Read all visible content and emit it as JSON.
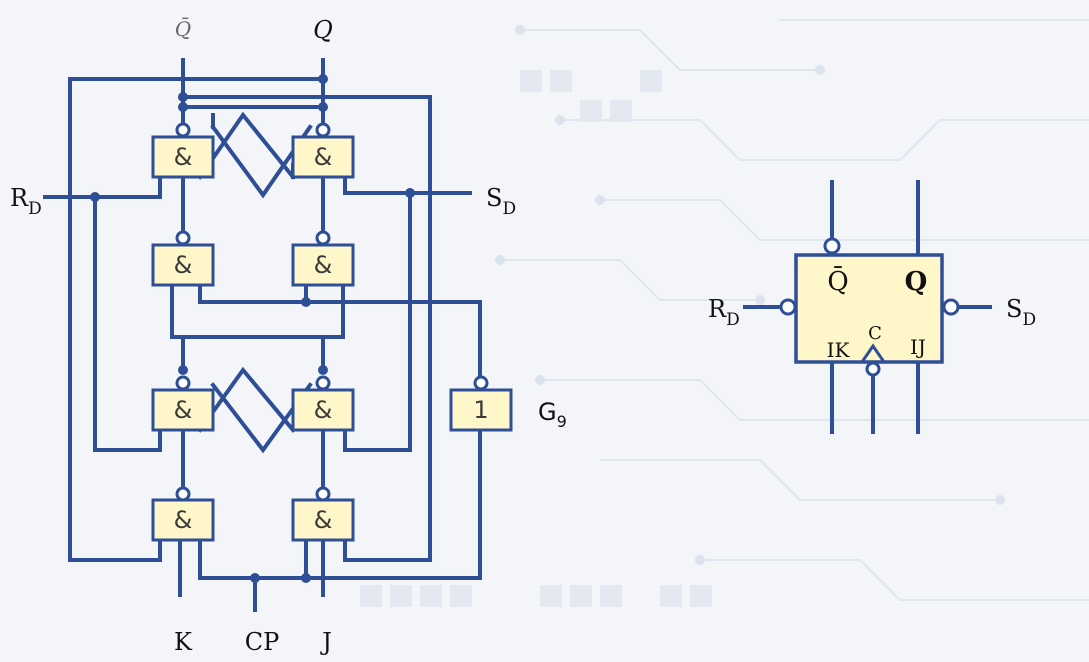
{
  "circuit": {
    "gate_symbol_and": "&",
    "gate_symbol_or": "1",
    "labels": {
      "qbar": "Q̄",
      "q": "Q",
      "rd_main": "R",
      "rd_sub": "D",
      "sd_main": "S",
      "sd_sub": "D",
      "g9_main": "G",
      "g9_sub": "9",
      "k": "K",
      "cp": "CP",
      "j": "J"
    }
  },
  "symbol": {
    "qbar": "Q̄",
    "q": "Q",
    "rd_main": "R",
    "rd_sub": "D",
    "sd_main": "S",
    "sd_sub": "D",
    "c": "C",
    "ik": "IK",
    "ij": "IJ"
  },
  "colors": {
    "wire": "#2e4f96",
    "gate_fill": "#fff7c9",
    "background": "#f3f5f9"
  }
}
